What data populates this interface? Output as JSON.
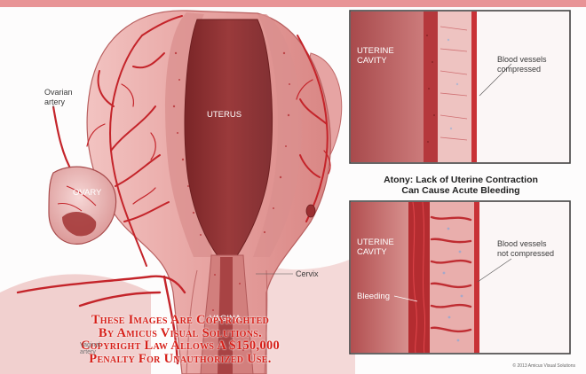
{
  "labels": {
    "ovarian_artery": "Ovarian\nartery",
    "uterus": "UTERUS",
    "ovary": "OVARY",
    "cervix": "Cervix",
    "vagina": "VAGINA",
    "vaginal_artery_fragment": "Vaginal\nartery",
    "uterine_cavity_top": "UTERINE\nCAVITY",
    "vessels_compressed": "Blood vessels\ncompressed",
    "caption": "Atony: Lack of Uterine Contraction\nCan Cause Acute Bleeding",
    "uterine_cavity_bottom": "UTERINE\nCAVITY",
    "vessels_not_compressed": "Blood vessels\nnot compressed",
    "bleeding": "Bleeding"
  },
  "watermark": {
    "line1": "These Images Are Copyrighted",
    "line2": "By Amicus Visual Solutions.",
    "line3": "Copyright Law Allows A $150,000",
    "line4": "Penalty For Unauthorized Use."
  },
  "credit": "© 2013 Amicus Visual Solutions",
  "colors": {
    "top_bar": "#e89496",
    "tissue": "#e7a7a5",
    "muscle": "#cf7574",
    "cavity": "#8e3233",
    "artery": "#c4242a",
    "watermark": "#d61e17"
  }
}
